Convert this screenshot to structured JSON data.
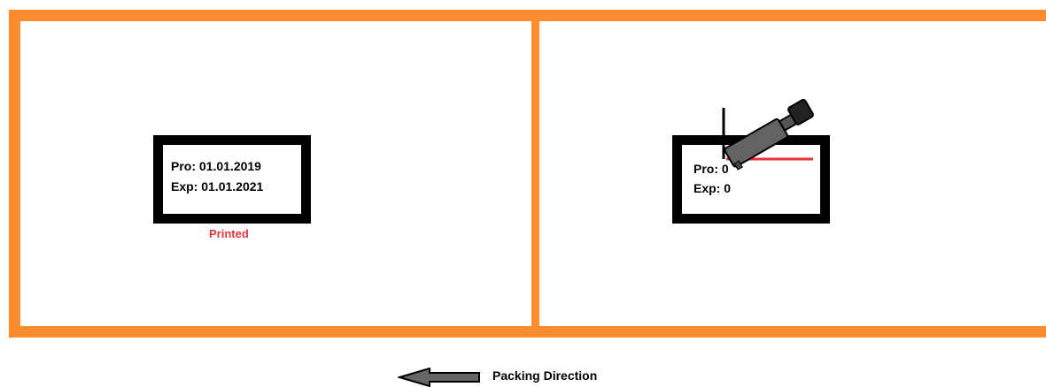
{
  "colors": {
    "frame": "#fe8c2f",
    "package_border": "#000000",
    "printed_status": "#e8323c",
    "print_line": "#e8323c",
    "printer_body": "#636363",
    "arrow_fill": "#666666"
  },
  "left_station": {
    "package": {
      "pro": "Pro: 01.01.2019",
      "exp": "Exp: 01.01.2021"
    },
    "status": "Printed"
  },
  "right_station": {
    "package": {
      "pro": "Pro: 0",
      "exp": "Exp: 0"
    },
    "device_icon": "print-head-icon"
  },
  "direction": {
    "label": "Packing Direction",
    "arrow": "left-arrow-icon"
  }
}
